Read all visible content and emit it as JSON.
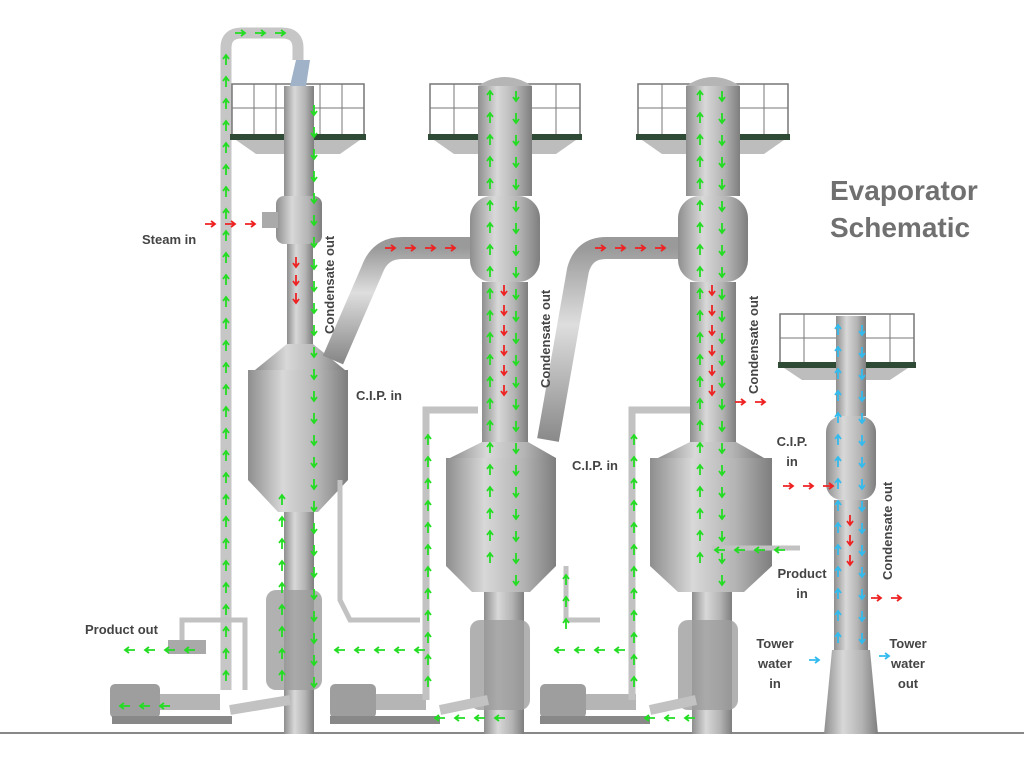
{
  "title": {
    "line1": "Evaporator",
    "line2": "Schematic"
  },
  "labels": {
    "steam_in": "Steam in",
    "product_out": "Product out",
    "cip_in": "C.I.P. in",
    "condensate_out": "Condensate out",
    "product_in_line1": "Product",
    "product_in_line2": "in",
    "cip_in_line1": "C.I.P.",
    "cip_in_line2": "in",
    "tower_water_in": [
      "Tower",
      "water",
      "in"
    ],
    "tower_water_out": [
      "Tower",
      "water",
      "out"
    ]
  },
  "colors": {
    "vessel": "#b9b9b9",
    "vessel_dark": "#8f8f8f",
    "pipe": "#c4c4c4",
    "platform": "#666666",
    "platform_deck": "#2f4a35",
    "green_flow": "#22dd22",
    "red_flow": "#ee2222",
    "blue_flow": "#33bbee",
    "label_text": "#444444",
    "title_text": "#707070"
  }
}
